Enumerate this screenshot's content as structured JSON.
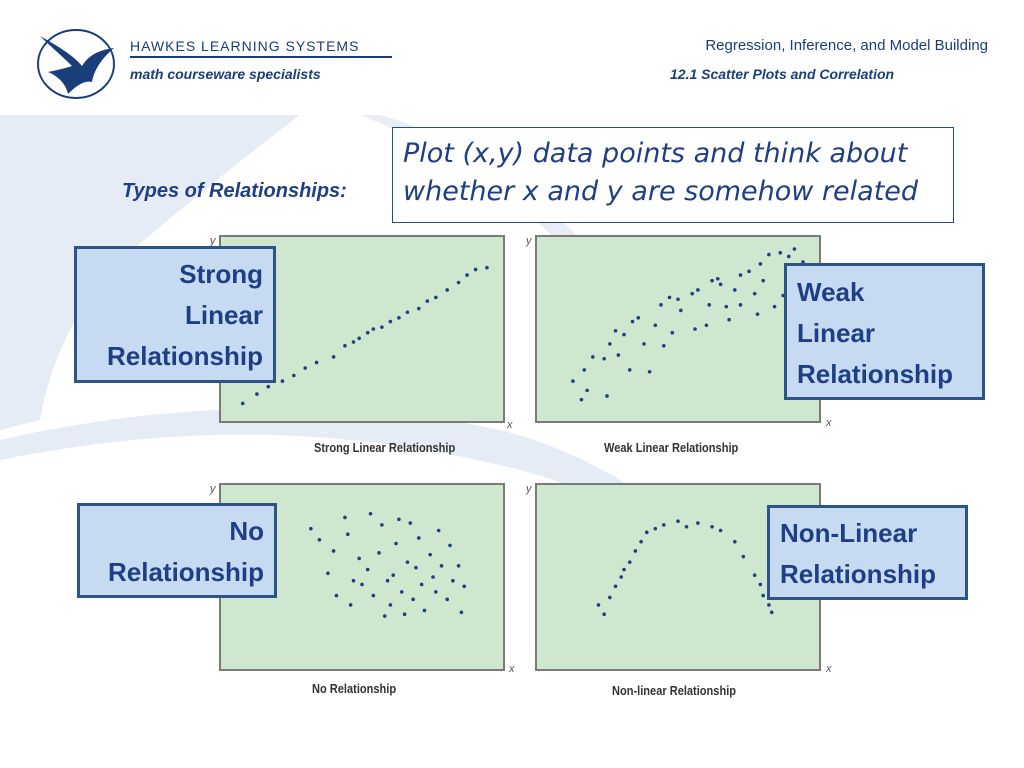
{
  "header": {
    "brand_title": "HAWKES LEARNING SYSTEMS",
    "brand_subtitle": "math courseware specialists",
    "course_title": "Regression, Inference, and Model Building",
    "section_title": "12.1 Scatter Plots and Correlation"
  },
  "slide": {
    "types_label": "Types of Relationships:",
    "callout_line1": "Plot (x,y) data points and think about",
    "callout_line2": "whether x and y are somehow related"
  },
  "labels": {
    "strong": [
      "Strong",
      "Linear",
      "Relationship"
    ],
    "weak": [
      "Weak",
      "Linear",
      "Relationship"
    ],
    "none": [
      "No",
      "Relationship"
    ],
    "nonlinear": [
      "Non-Linear",
      "Relationship"
    ]
  },
  "colors": {
    "plot_fill": "#cfe7cf",
    "dot": "#1f3f84",
    "label_fill": "#c6daf2",
    "label_border": "#2c5488",
    "brand": "#1a3e7a"
  },
  "chart_data": [
    {
      "type": "scatter",
      "title": "Strong Linear Relationship",
      "xlabel": "x",
      "ylabel": "y",
      "xlim": [
        0,
        100
      ],
      "ylim": [
        0,
        100
      ],
      "points": [
        [
          8,
          10
        ],
        [
          13,
          15
        ],
        [
          17,
          19
        ],
        [
          22,
          22
        ],
        [
          26,
          25
        ],
        [
          30,
          29
        ],
        [
          34,
          32
        ],
        [
          40,
          35
        ],
        [
          44,
          41
        ],
        [
          47,
          43
        ],
        [
          49,
          45
        ],
        [
          52,
          48
        ],
        [
          54,
          50
        ],
        [
          57,
          51
        ],
        [
          60,
          54
        ],
        [
          63,
          56
        ],
        [
          66,
          59
        ],
        [
          70,
          61
        ],
        [
          73,
          65
        ],
        [
          76,
          67
        ],
        [
          80,
          71
        ],
        [
          84,
          75
        ],
        [
          87,
          79
        ],
        [
          90,
          82
        ],
        [
          94,
          83
        ]
      ]
    },
    {
      "type": "scatter",
      "title": "Weak Linear Relationship",
      "xlabel": "x",
      "ylabel": "y",
      "xlim": [
        0,
        100
      ],
      "ylim": [
        0,
        100
      ],
      "points": [
        [
          13,
          22
        ],
        [
          16,
          12
        ],
        [
          17,
          28
        ],
        [
          20,
          35
        ],
        [
          18,
          17
        ],
        [
          25,
          14
        ],
        [
          24,
          34
        ],
        [
          26,
          42
        ],
        [
          28,
          49
        ],
        [
          29,
          36
        ],
        [
          33,
          28
        ],
        [
          31,
          47
        ],
        [
          34,
          54
        ],
        [
          36,
          56
        ],
        [
          38,
          42
        ],
        [
          40,
          27
        ],
        [
          42,
          52
        ],
        [
          44,
          63
        ],
        [
          45,
          41
        ],
        [
          48,
          48
        ],
        [
          47,
          67
        ],
        [
          50,
          66
        ],
        [
          51,
          60
        ],
        [
          55,
          69
        ],
        [
          56,
          50
        ],
        [
          57,
          71
        ],
        [
          60,
          52
        ],
        [
          61,
          63
        ],
        [
          62,
          76
        ],
        [
          64,
          77
        ],
        [
          65,
          74
        ],
        [
          67,
          62
        ],
        [
          68,
          55
        ],
        [
          70,
          71
        ],
        [
          72,
          79
        ],
        [
          72,
          63
        ],
        [
          75,
          81
        ],
        [
          77,
          69
        ],
        [
          78,
          58
        ],
        [
          79,
          85
        ],
        [
          80,
          76
        ],
        [
          82,
          90
        ],
        [
          84,
          62
        ],
        [
          86,
          91
        ],
        [
          87,
          68
        ],
        [
          88,
          81
        ],
        [
          89,
          89
        ],
        [
          91,
          93
        ],
        [
          92,
          73
        ],
        [
          93,
          83
        ],
        [
          94,
          86
        ]
      ]
    },
    {
      "type": "scatter",
      "title": "No Relationship",
      "xlabel": "x",
      "ylabel": "y",
      "xlim": [
        0,
        100
      ],
      "ylim": [
        0,
        100
      ],
      "points": [
        [
          32,
          76
        ],
        [
          35,
          70
        ],
        [
          40,
          64
        ],
        [
          44,
          82
        ],
        [
          45,
          73
        ],
        [
          49,
          60
        ],
        [
          50,
          46
        ],
        [
          52,
          54
        ],
        [
          54,
          40
        ],
        [
          56,
          63
        ],
        [
          57,
          78
        ],
        [
          58,
          29
        ],
        [
          59,
          48
        ],
        [
          60,
          35
        ],
        [
          61,
          51
        ],
        [
          62,
          68
        ],
        [
          64,
          42
        ],
        [
          66,
          58
        ],
        [
          67,
          79
        ],
        [
          68,
          38
        ],
        [
          69,
          55
        ],
        [
          70,
          71
        ],
        [
          71,
          46
        ],
        [
          72,
          32
        ],
        [
          74,
          62
        ],
        [
          75,
          50
        ],
        [
          76,
          42
        ],
        [
          77,
          75
        ],
        [
          78,
          56
        ],
        [
          80,
          38
        ],
        [
          81,
          67
        ],
        [
          82,
          48
        ],
        [
          84,
          56
        ],
        [
          85,
          31
        ],
        [
          86,
          45
        ],
        [
          38,
          52
        ],
        [
          41,
          40
        ],
        [
          46,
          35
        ],
        [
          47,
          48
        ],
        [
          53,
          84
        ],
        [
          63,
          81
        ],
        [
          65,
          30
        ]
      ]
    },
    {
      "type": "scatter",
      "title": "Non-linear Relationship",
      "xlabel": "x",
      "ylabel": "y",
      "xlim": [
        0,
        100
      ],
      "ylim": [
        0,
        100
      ],
      "points": [
        [
          22,
          35
        ],
        [
          24,
          30
        ],
        [
          26,
          39
        ],
        [
          28,
          45
        ],
        [
          30,
          50
        ],
        [
          31,
          54
        ],
        [
          33,
          58
        ],
        [
          35,
          64
        ],
        [
          37,
          69
        ],
        [
          39,
          74
        ],
        [
          42,
          76
        ],
        [
          45,
          78
        ],
        [
          50,
          80
        ],
        [
          53,
          77
        ],
        [
          57,
          79
        ],
        [
          62,
          77
        ],
        [
          65,
          75
        ],
        [
          70,
          69
        ],
        [
          73,
          61
        ],
        [
          77,
          51
        ],
        [
          79,
          46
        ],
        [
          80,
          40
        ],
        [
          82,
          35
        ],
        [
          83,
          31
        ]
      ]
    }
  ]
}
